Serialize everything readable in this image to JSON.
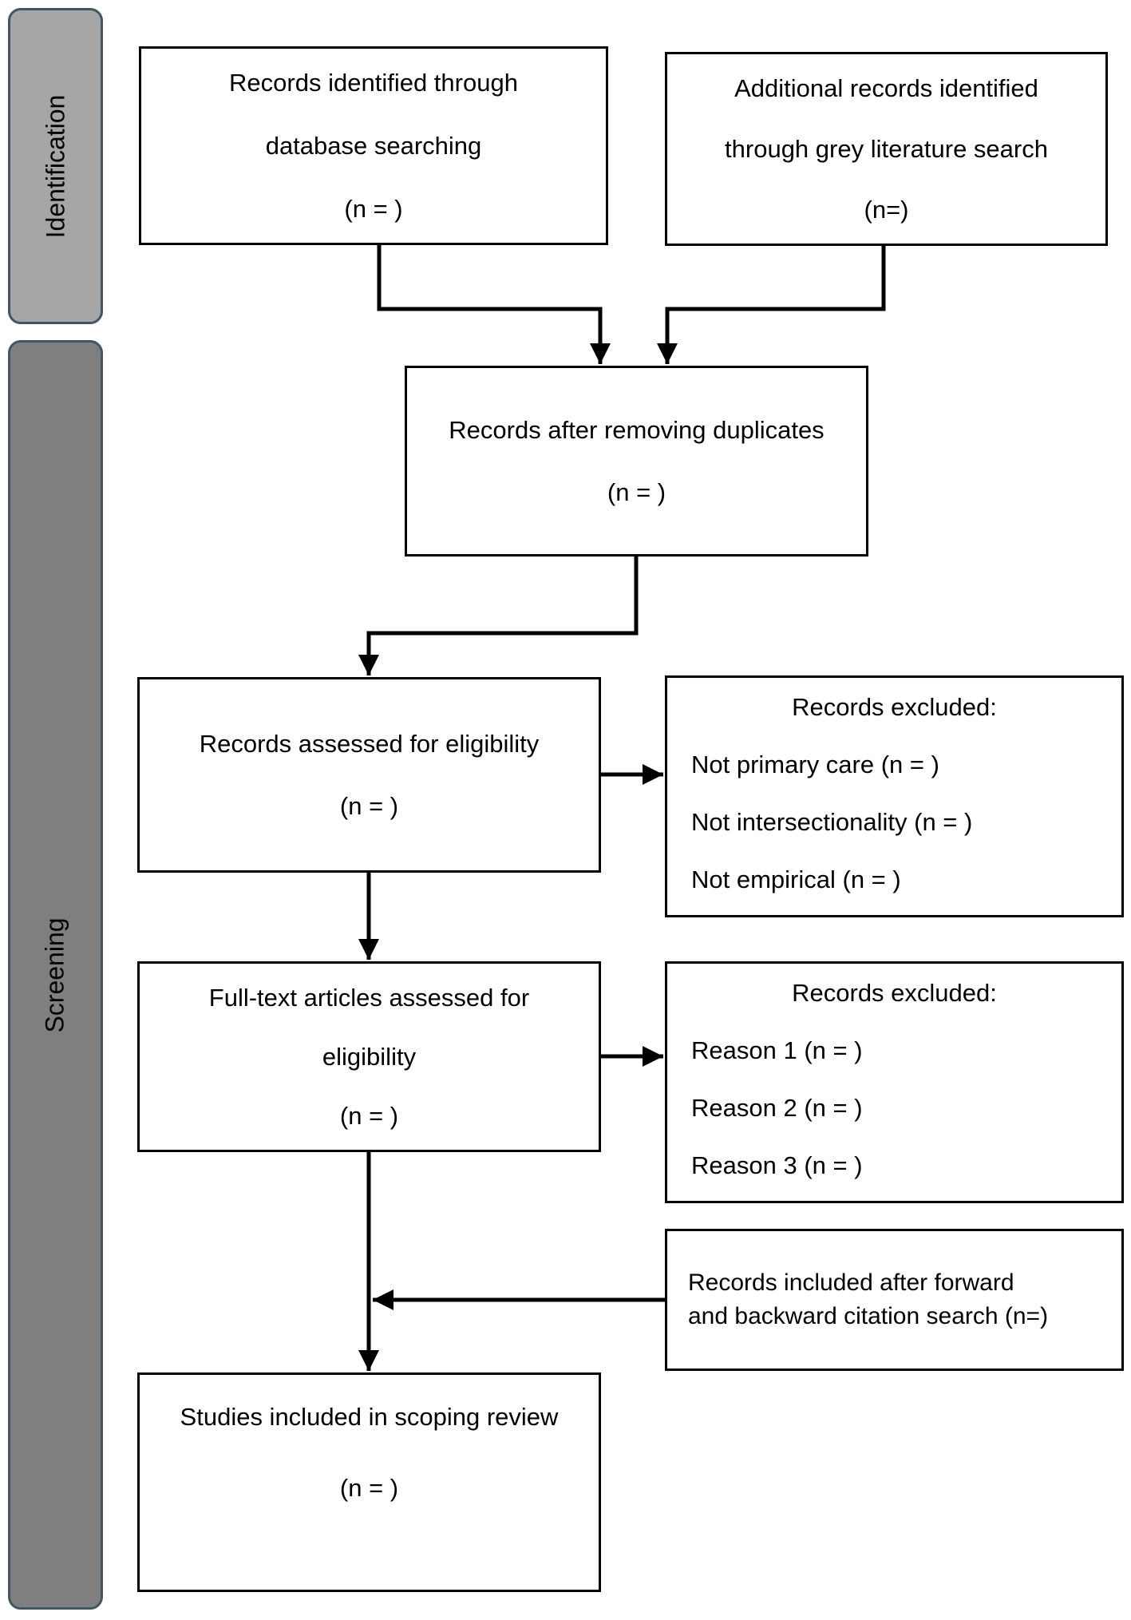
{
  "stages": {
    "identification": "Identification",
    "screening": "Screening"
  },
  "boxes": {
    "db_search": {
      "line1": "Records identified through",
      "line2": "database searching",
      "line3": "(n = )"
    },
    "grey_lit": {
      "line1": "Additional records identified",
      "line2": "through grey literature search",
      "line3": "(n=)"
    },
    "duplicates": {
      "line1": "Records after removing duplicates",
      "line2": "(n = )"
    },
    "assessed": {
      "line1": "Records assessed for eligibility",
      "line2": "(n = )"
    },
    "excluded_screening": {
      "title": "Records excluded:",
      "item1": "Not primary care (n = )",
      "item2": "Not intersectionality (n = )",
      "item3": "Not empirical (n = )"
    },
    "fulltext": {
      "line1": "Full-text articles assessed for",
      "line2": "eligibility",
      "line3": "(n = )"
    },
    "excluded_fulltext": {
      "title": "Records excluded:",
      "item1": "Reason 1 (n = )",
      "item2": "Reason 2 (n = )",
      "item3": "Reason 3 (n = )"
    },
    "citation_search": {
      "line1": "Records included after forward",
      "line2": "and backward citation search (n=)"
    },
    "included": {
      "line1": "Studies included in scoping review",
      "line2": "(n = )"
    }
  },
  "colors": {
    "identification_fill": "#a6a6a6",
    "screening_fill": "#7f7f7f",
    "stage_border": "#46565f",
    "box_border": "#000000",
    "arrow": "#000000",
    "background": "#ffffff"
  }
}
